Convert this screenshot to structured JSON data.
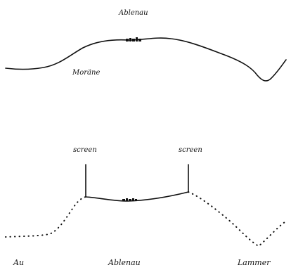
{
  "top_sketch": {
    "title": "Ablenau",
    "terrain_label": "Moräne"
  },
  "bottom_sketch": {
    "screen_left_label": "screen",
    "screen_right_label": "screen",
    "place_left": "Au",
    "place_center": "Ablenau",
    "place_right": "Lammer"
  }
}
